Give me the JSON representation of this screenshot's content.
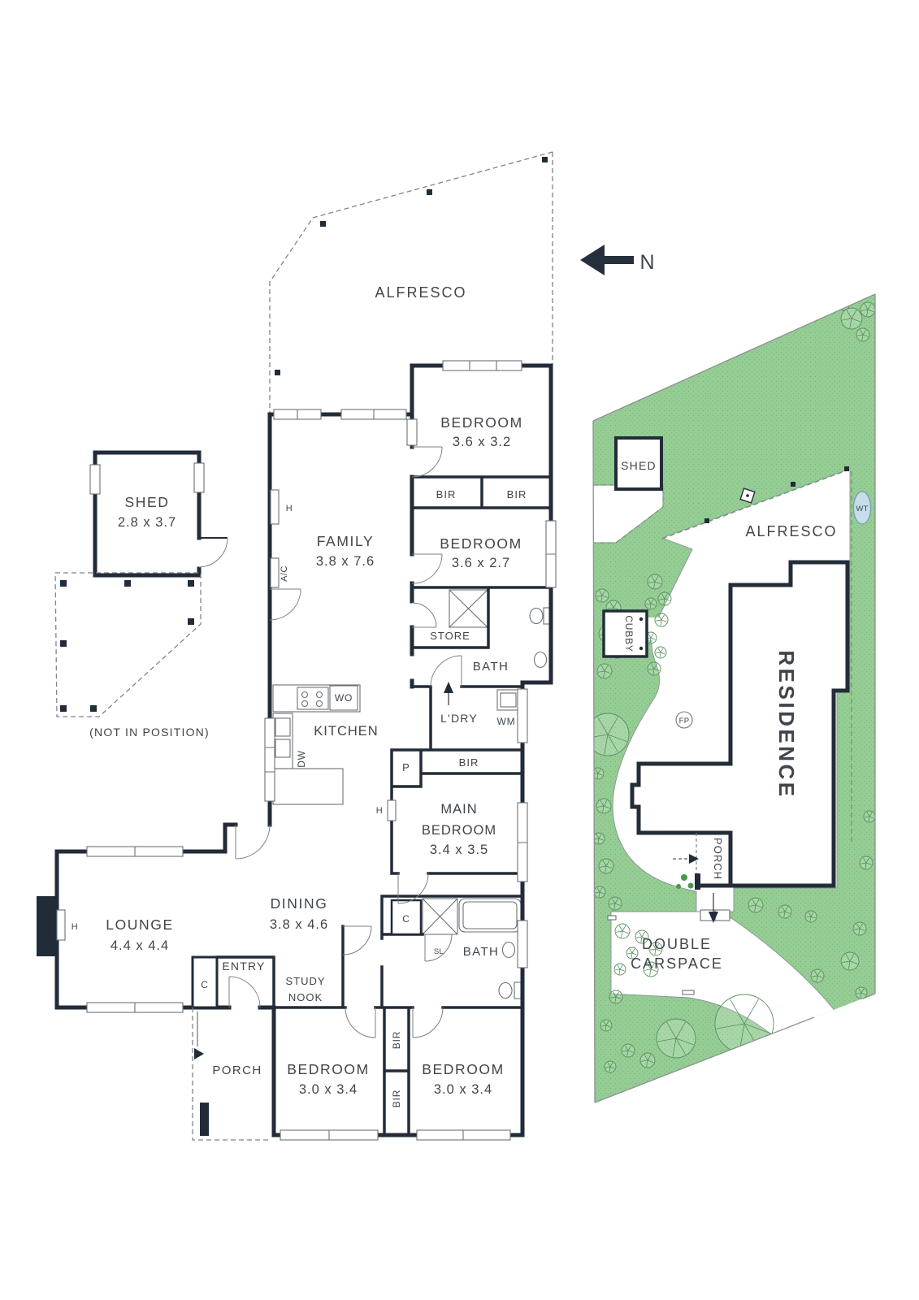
{
  "colors": {
    "wall": "#222c38",
    "lawn": "#95cd95",
    "lawn_dot": "#79b579",
    "lot_border": "#8b9191",
    "text": "#3f454b",
    "water_tank_fill": "#c6ddec"
  },
  "north": {
    "label": "N"
  },
  "floorplan": {
    "alfresco": {
      "label": "ALFRESCO"
    },
    "shed": {
      "label": "SHED",
      "dims": "2.8 x 3.7"
    },
    "pergola_note": "(NOT IN POSITION)",
    "bedroom1": {
      "label": "BEDROOM",
      "dims": "3.6 x 3.2"
    },
    "bedroom2": {
      "label": "BEDROOM",
      "dims": "3.6 x 2.7"
    },
    "family": {
      "label": "FAMILY",
      "dims": "3.8 x 7.6"
    },
    "kitchen": {
      "label": "KITCHEN"
    },
    "store": {
      "label": "STORE"
    },
    "bath1": {
      "label": "BATH"
    },
    "laundry": {
      "label": "L'DRY"
    },
    "main_bedroom": {
      "label1": "MAIN",
      "label2": "BEDROOM",
      "dims": "3.4 x 3.5"
    },
    "lounge": {
      "label": "LOUNGE",
      "dims": "4.4 x 4.4"
    },
    "dining": {
      "label": "DINING",
      "dims": "3.8 x 4.6"
    },
    "entry": {
      "label": "ENTRY"
    },
    "study_nook": {
      "label1": "STUDY",
      "label2": "NOOK"
    },
    "bath2": {
      "label": "BATH"
    },
    "porch": {
      "label": "PORCH"
    },
    "bedroom3": {
      "label": "BEDROOM",
      "dims": "3.0 x 3.4"
    },
    "bedroom4": {
      "label": "BEDROOM",
      "dims": "3.0 x 3.4"
    },
    "fixtures": {
      "bir": "BIR",
      "wm": "WM",
      "wo": "WO",
      "dw": "DW",
      "p": "P",
      "c": "C",
      "h": "H",
      "ac": "A/C",
      "sl": "SL"
    }
  },
  "siteplan": {
    "shed": "SHED",
    "cubby": "CUBBY",
    "alfresco": "ALFRESCO",
    "residence": "RESIDENCE",
    "porch": "PORCH",
    "carspace": {
      "label1": "DOUBLE",
      "label2": "CARSPACE"
    },
    "water_tank": "WT",
    "fireplace": "FP"
  }
}
